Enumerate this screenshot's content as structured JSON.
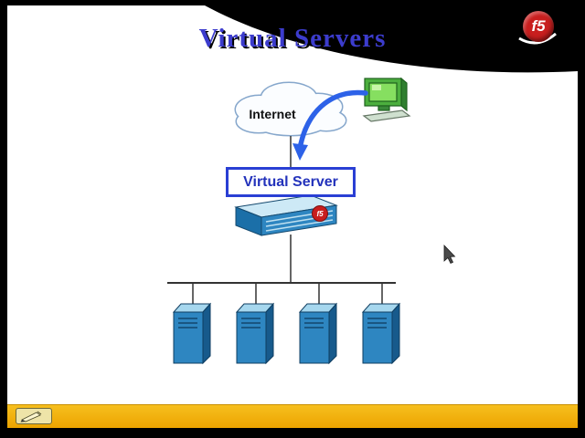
{
  "slide": {
    "title": "Virtual Servers",
    "internet_label": "Internet",
    "virtual_server_label": "Virtual Server"
  },
  "logo": {
    "text": "f5"
  },
  "appliance": {
    "badge_text": "f5"
  },
  "diagram": {
    "server_count": 4
  },
  "colors": {
    "frame": "#000000",
    "slide": "#ffffff",
    "title_blue": "#3c3ccd",
    "toolbar_yellow": "#f0ad00",
    "server_front_blue": "#2e86c1",
    "server_top_blue": "#a6d7ee",
    "server_side_blue": "#175a8c",
    "arrow_blue": "#2d62e8",
    "logo_red": "#c81e1e",
    "monitor_green": "#4caf3e",
    "label_border_blue": "#2a3fd4"
  }
}
